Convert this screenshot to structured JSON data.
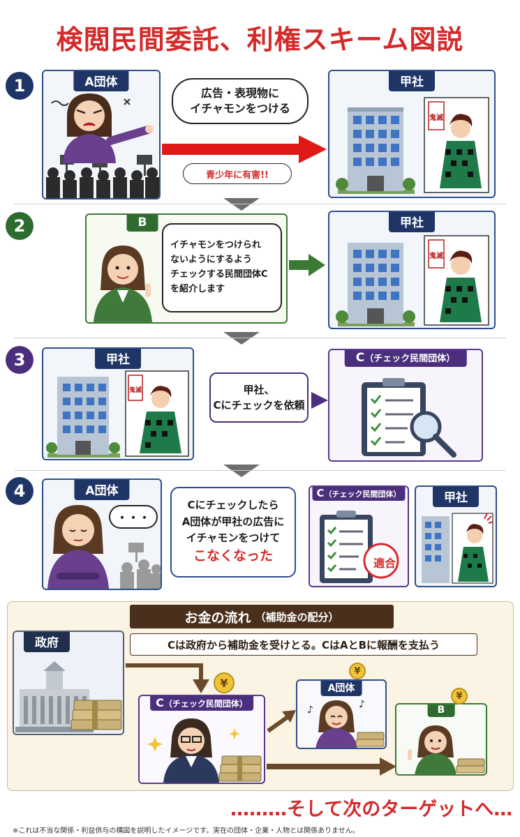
{
  "title": "検閲民間委託、利権スキーム図説",
  "steps": {
    "s1": {
      "num": "1",
      "left_label": "A団体",
      "bubble_top": "広告・表現物に\nイチャモンをつける",
      "bubble_bottom": "青少年に有害!!",
      "right_label": "甲社"
    },
    "s2": {
      "num": "2",
      "left_label": "B",
      "bubble": "イチャモンをつけられ\nないようにするよう\nチェックする民間団体C\nを紹介します",
      "right_label": "甲社"
    },
    "s3": {
      "num": "3",
      "left_label": "甲社",
      "bubble": "甲社、\nCにチェックを依頼",
      "right_label_main": "C",
      "right_label_sub": "（チェック民間団体）"
    },
    "s4": {
      "num": "4",
      "left_label": "A団体",
      "dots": "・・・",
      "bubble_line1": "Cにチェックしたら\nA団体が甲社の広告に\nイチャモンをつけて",
      "bubble_red": "こなくなった",
      "mid_label_main": "C",
      "mid_label_sub": "（チェック民間団体）",
      "stamp": "適合",
      "right_label": "甲社"
    }
  },
  "money": {
    "title_main": "お金の流れ",
    "title_sub": "（補助金の配分）",
    "strip": "Cは政府から補助金を受けとる。CはAとBに報酬を支払う",
    "gov_label": "政府",
    "c_label_main": "C",
    "c_label_sub": "（チェック民間団体）",
    "a_label": "A団体",
    "b_label": "B",
    "yen": "¥"
  },
  "footer": "………そして次のターゲットへ…",
  "disclaimer": "※これは不当な関係・利益供与の構図を説明したイメージです。実在の団体・企業・人物とは関係ありません。",
  "logo_text": "鬼滅"
}
